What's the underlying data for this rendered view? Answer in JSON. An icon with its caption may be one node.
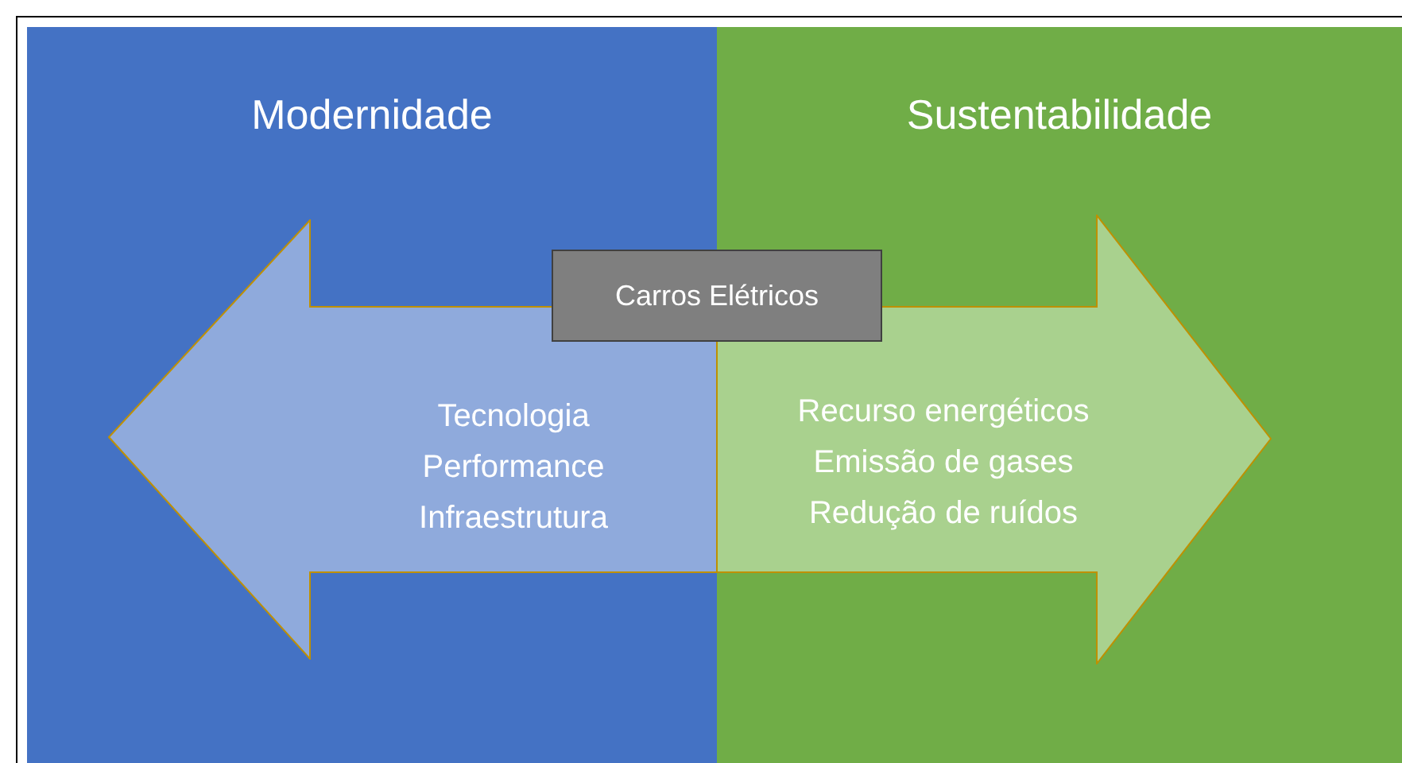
{
  "diagram": {
    "nodes": [
      {
        "text": [
          "Modernidade"
        ]
      },
      {
        "text": [
          "Sustentabilidade"
        ]
      },
      {
        "text": [
          "Tecnologia",
          "Performance",
          "Infraestrutura"
        ],
        "in": 0
      },
      {
        "text": [
          "Recurso energéticos",
          "Emissão de gases",
          "Redução de ruídos"
        ],
        "in": 1
      },
      {
        "text": [
          "Carros Elétricos"
        ]
      }
    ],
    "edges": []
  }
}
